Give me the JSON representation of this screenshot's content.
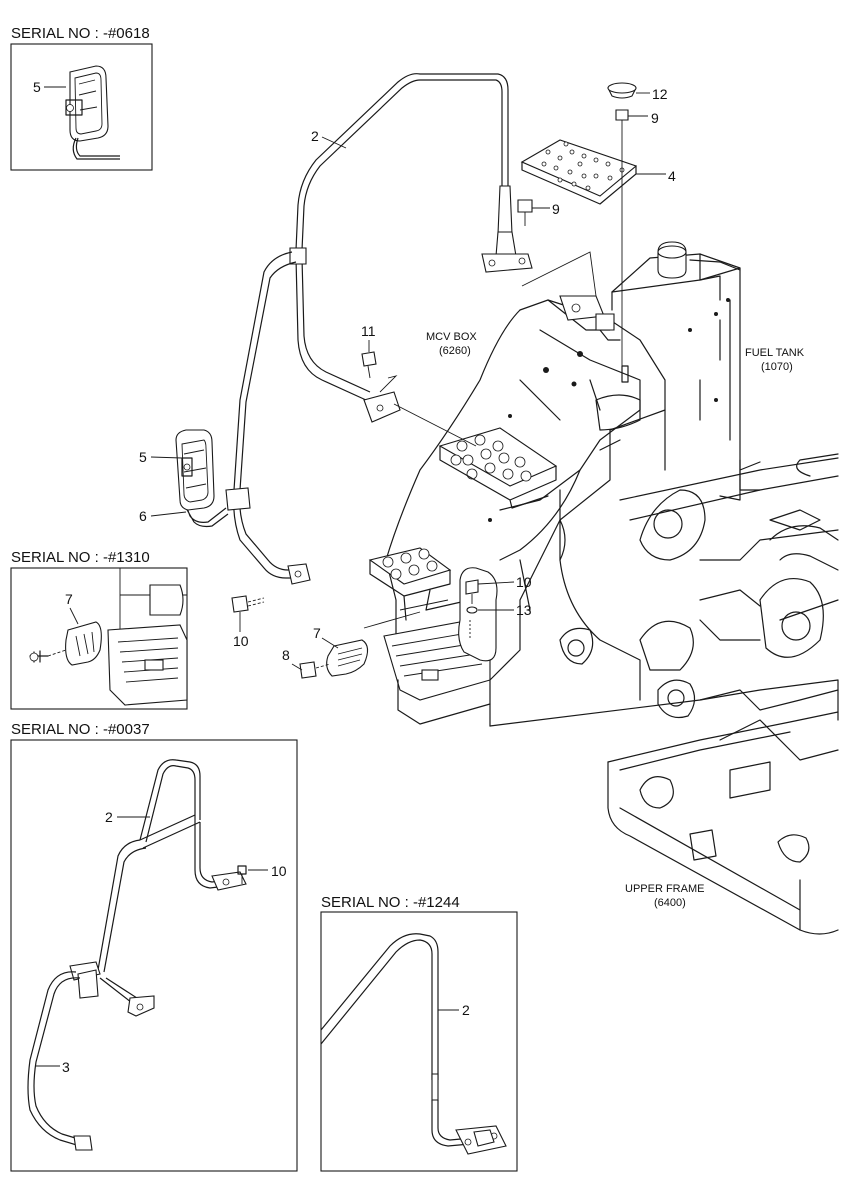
{
  "serial_insets": [
    {
      "text": "SERIAL NO : -#0618"
    },
    {
      "text": "SERIAL NO : -#1310"
    },
    {
      "text": "SERIAL NO : -#0037"
    },
    {
      "text": "SERIAL NO : -#1244"
    }
  ],
  "assembly_labels": {
    "mcv_box": {
      "name": "MCV BOX",
      "code": "(6260)"
    },
    "fuel_tank": {
      "name": "FUEL TANK",
      "code": "(1070)"
    },
    "upper_frame": {
      "name": "UPPER FRAME",
      "code": "(6400)"
    }
  },
  "callouts": {
    "c2_main": "2",
    "c12": "12",
    "c9_top": "9",
    "c4": "4",
    "c9_mid": "9",
    "c11": "11",
    "c5_main": "5",
    "c6": "6",
    "c10_left": "10",
    "c8": "8",
    "c7_main": "7",
    "c10_right": "10",
    "c13": "13",
    "c5_inset": "5",
    "c7_inset": "7",
    "c2_inset_a": "2",
    "c10_inset": "10",
    "c3_inset": "3",
    "c2_inset_b": "2"
  }
}
